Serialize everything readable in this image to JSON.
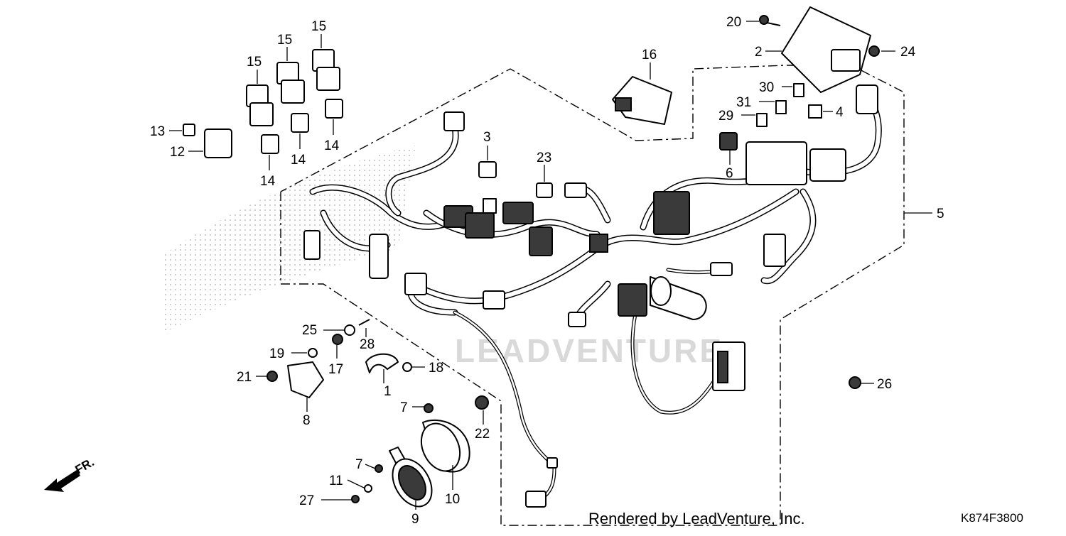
{
  "diagram": {
    "watermark": "LEADVENTURE",
    "front_indicator": "FR.",
    "footer": "Rendered by LeadVenture, Inc.",
    "code": "K874F3800",
    "callouts": [
      {
        "id": "c1",
        "label": "1"
      },
      {
        "id": "c2",
        "label": "2"
      },
      {
        "id": "c3",
        "label": "3"
      },
      {
        "id": "c4",
        "label": "4"
      },
      {
        "id": "c5",
        "label": "5"
      },
      {
        "id": "c6",
        "label": "6"
      },
      {
        "id": "c7a",
        "label": "7"
      },
      {
        "id": "c7b",
        "label": "7"
      },
      {
        "id": "c8",
        "label": "8"
      },
      {
        "id": "c9",
        "label": "9"
      },
      {
        "id": "c10",
        "label": "10"
      },
      {
        "id": "c11",
        "label": "11"
      },
      {
        "id": "c12",
        "label": "12"
      },
      {
        "id": "c13",
        "label": "13"
      },
      {
        "id": "c14a",
        "label": "14"
      },
      {
        "id": "c14b",
        "label": "14"
      },
      {
        "id": "c14c",
        "label": "14"
      },
      {
        "id": "c15a",
        "label": "15"
      },
      {
        "id": "c15b",
        "label": "15"
      },
      {
        "id": "c15c",
        "label": "15"
      },
      {
        "id": "c16",
        "label": "16"
      },
      {
        "id": "c17",
        "label": "17"
      },
      {
        "id": "c18",
        "label": "18"
      },
      {
        "id": "c19",
        "label": "19"
      },
      {
        "id": "c20",
        "label": "20"
      },
      {
        "id": "c21",
        "label": "21"
      },
      {
        "id": "c22",
        "label": "22"
      },
      {
        "id": "c23",
        "label": "23"
      },
      {
        "id": "c24",
        "label": "24"
      },
      {
        "id": "c25",
        "label": "25"
      },
      {
        "id": "c26",
        "label": "26"
      },
      {
        "id": "c27",
        "label": "27"
      },
      {
        "id": "c28",
        "label": "28"
      },
      {
        "id": "c29",
        "label": "29"
      },
      {
        "id": "c30",
        "label": "30"
      },
      {
        "id": "c31",
        "label": "31"
      }
    ]
  }
}
